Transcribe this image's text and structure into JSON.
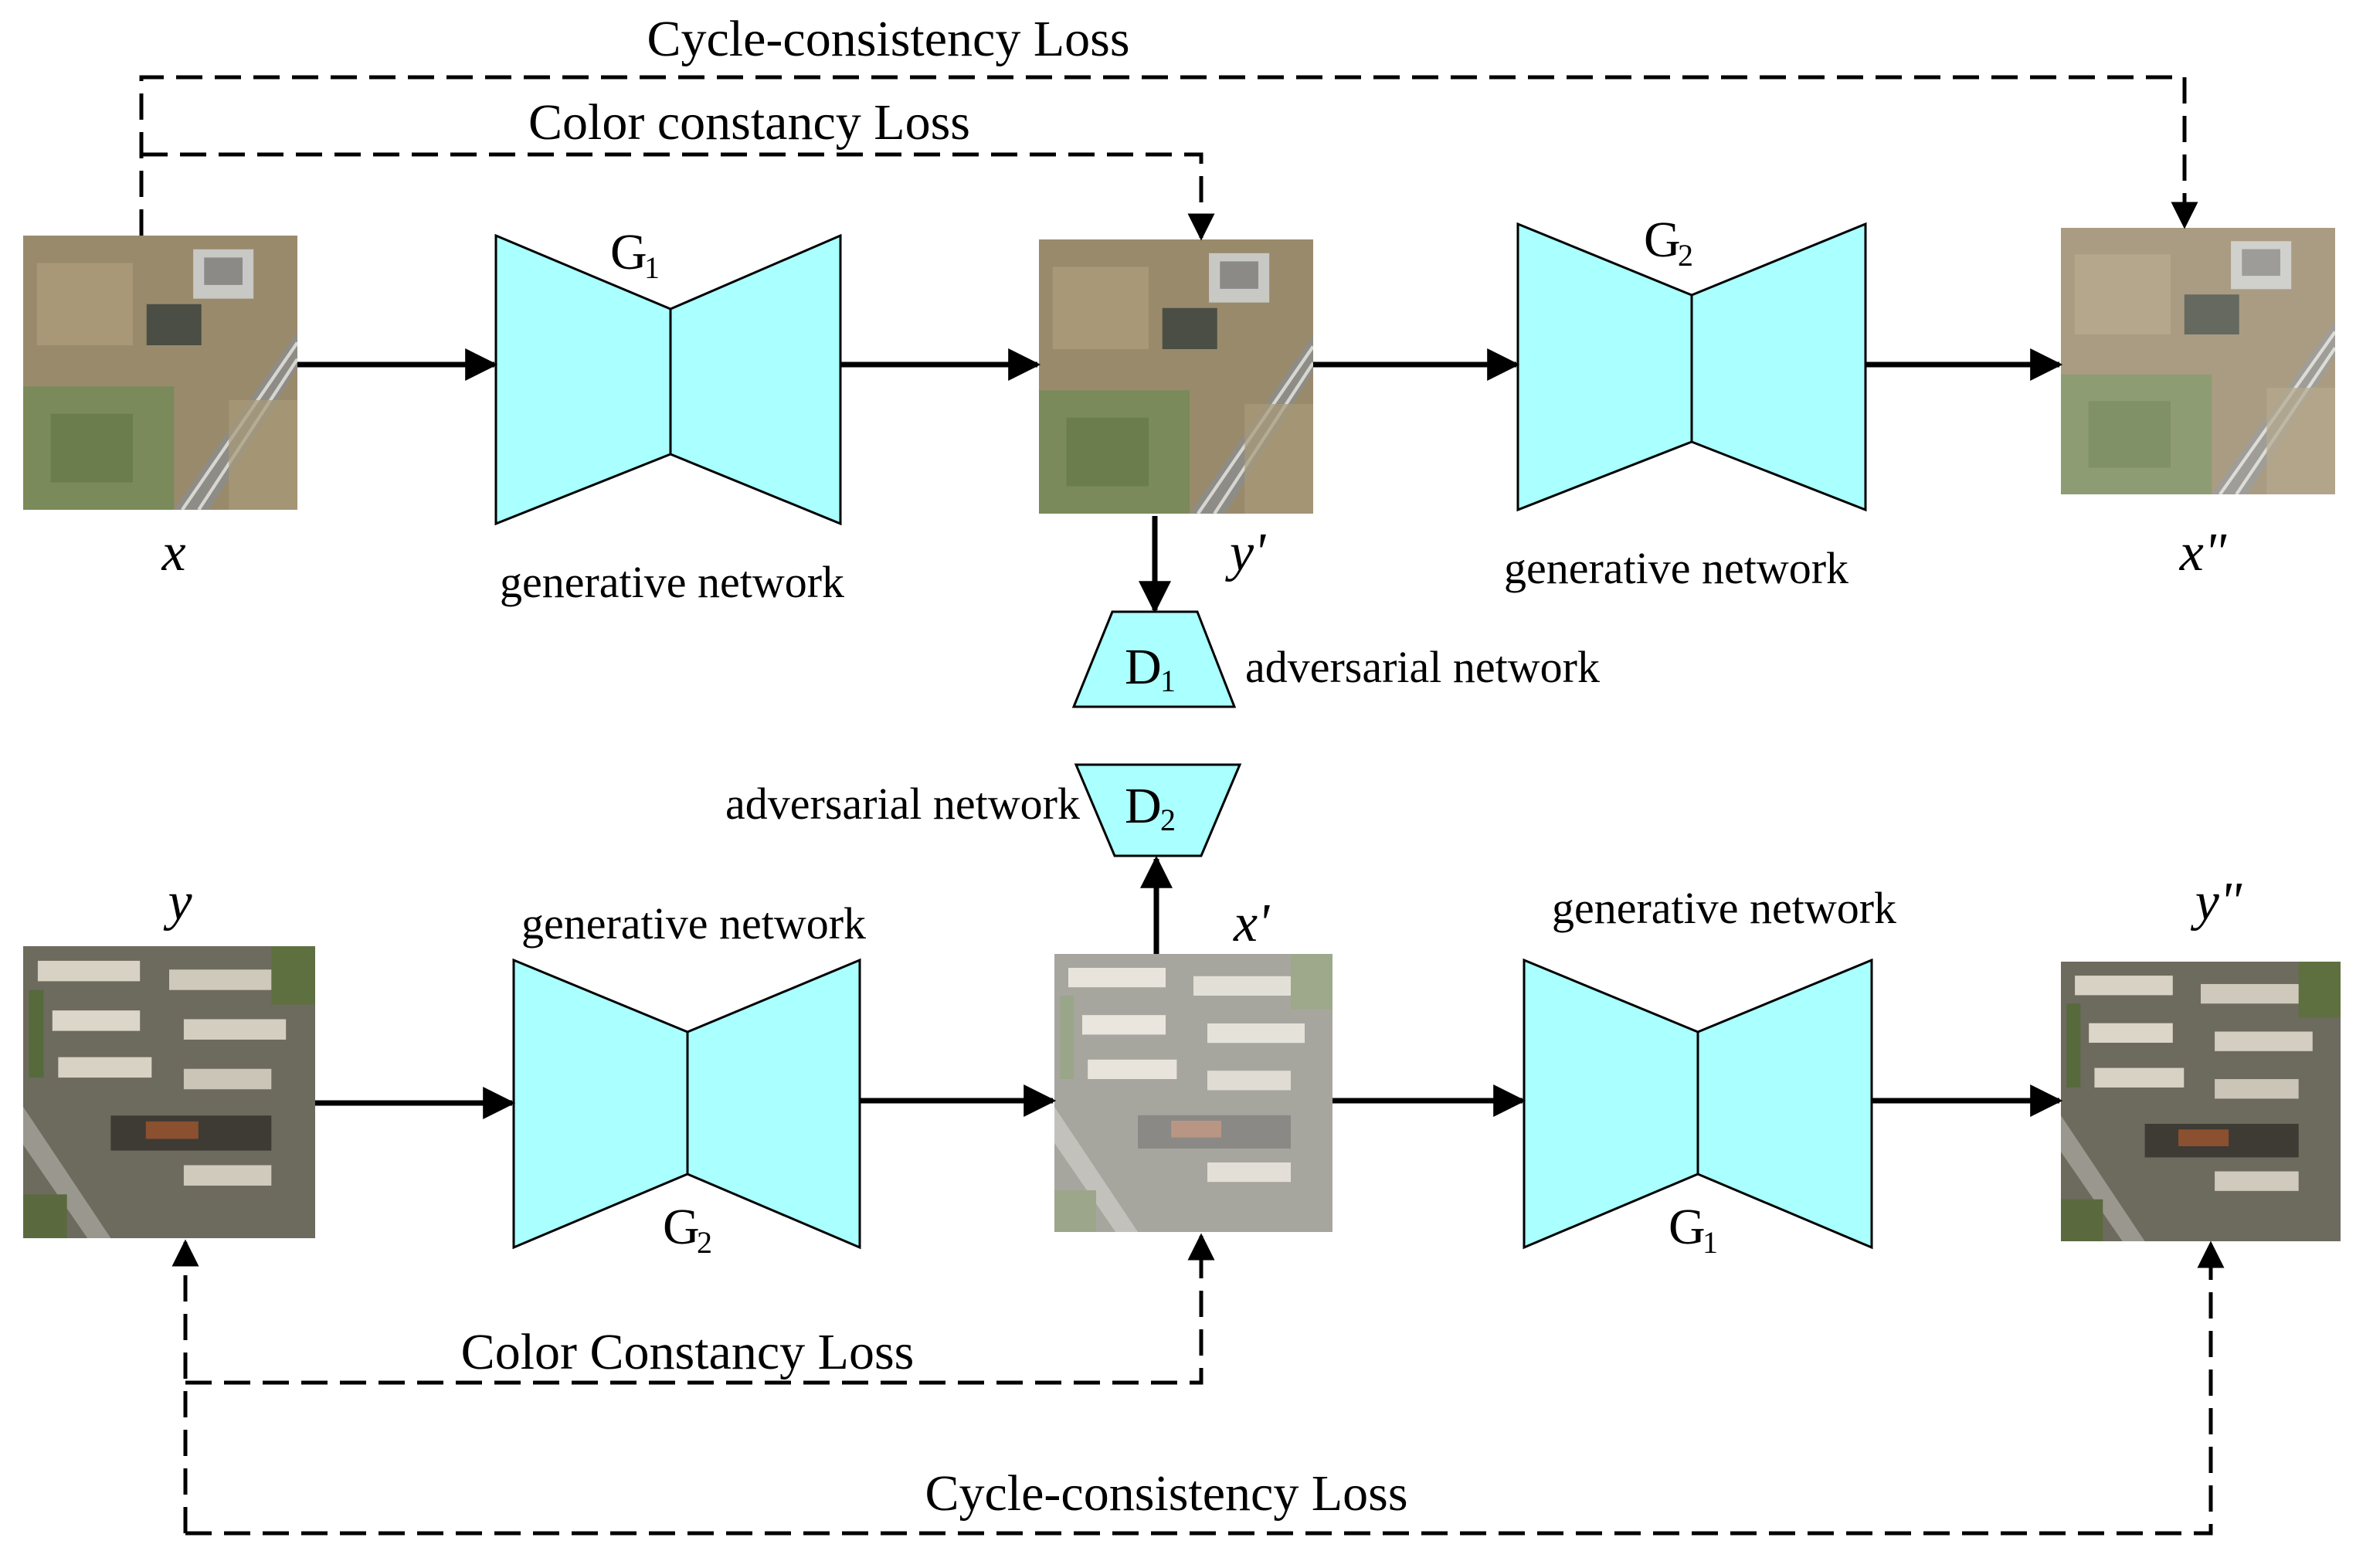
{
  "top_row": {
    "input_label": "x",
    "mid_label": "y'",
    "output_label": "x\"",
    "g_left": {
      "letter": "G",
      "sub": "1",
      "caption": "generative network"
    },
    "g_right": {
      "letter": "G",
      "sub": "2",
      "caption": "generative network"
    },
    "disc": {
      "letter": "D",
      "sub": "1",
      "caption": "adversarial network"
    },
    "cycle_loss": "Cycle-consistency Loss",
    "color_loss": "Color constancy Loss"
  },
  "bottom_row": {
    "input_label": "y",
    "mid_label": "x'",
    "output_label": "y\"",
    "g_left": {
      "letter": "G",
      "sub": "2",
      "caption": "generative network"
    },
    "g_right": {
      "letter": "G",
      "sub": "1",
      "caption": "generative network"
    },
    "disc": {
      "letter": "D",
      "sub": "2",
      "caption": "adversarial network"
    },
    "cycle_loss": "Cycle-consistency Loss",
    "color_loss": "Color Constancy Loss"
  },
  "colors": {
    "network_fill": "#aaffff",
    "line": "#000000"
  },
  "images": {
    "rural": "satellite-rural-tile",
    "urban": "satellite-urban-tile"
  }
}
